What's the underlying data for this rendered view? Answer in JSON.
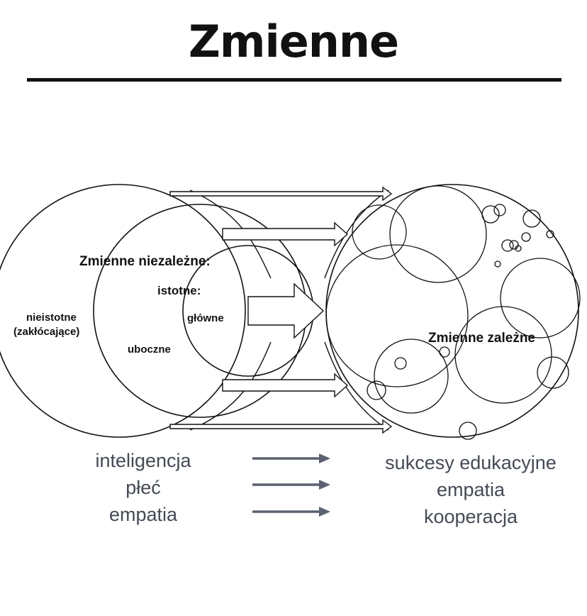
{
  "title": "Zmienne",
  "diagram": {
    "independent_label": "Zmienne niezależne:",
    "relevant_label": "istotne:",
    "main_label": "główne",
    "secondary_label": "uboczne",
    "irrelevant_line1": "nieistotne",
    "irrelevant_line2": "(zakłócające)",
    "dependent_label": "Zmienne zależne"
  },
  "examples": {
    "independent": [
      "inteligencja",
      "płeć",
      "empatia"
    ],
    "dependent": [
      "sukcesy edukacyjne",
      "empatia",
      "kooperacja"
    ]
  },
  "colors": {
    "arrow": "#5b6170",
    "text": "#444a55",
    "ink": "#111111"
  }
}
